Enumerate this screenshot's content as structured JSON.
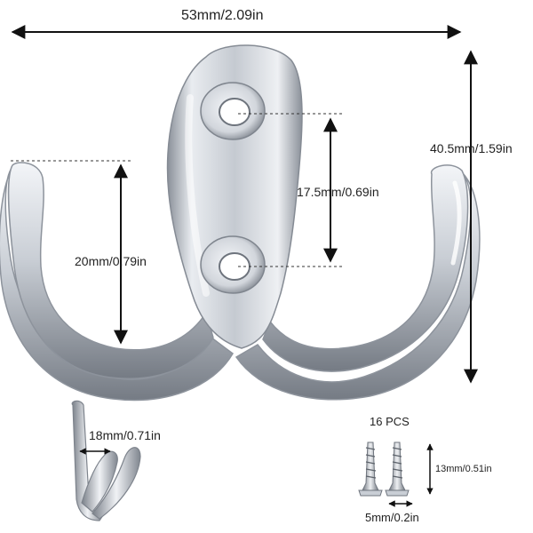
{
  "dimensions": {
    "width": "53mm/2.09in",
    "height": "40.5mm/1.59in",
    "hole_spacing": "17.5mm/0.69in",
    "hook_depth": "20mm/0.79in",
    "side_depth": "18mm/0.71in",
    "screw_length": "13mm/0.51in",
    "screw_head": "5mm/0.2in"
  },
  "screws": {
    "count_label": "16 PCS"
  },
  "colors": {
    "metal_light": "#f2f4f7",
    "metal_mid": "#c3c8cf",
    "metal_dark": "#7d838c",
    "arrow": "#111111",
    "guide": "#333333"
  },
  "icons": {
    "hook_front": "double-robe-hook-front-view",
    "hook_side": "double-robe-hook-side-view",
    "screws": "countersunk-wood-screw"
  }
}
